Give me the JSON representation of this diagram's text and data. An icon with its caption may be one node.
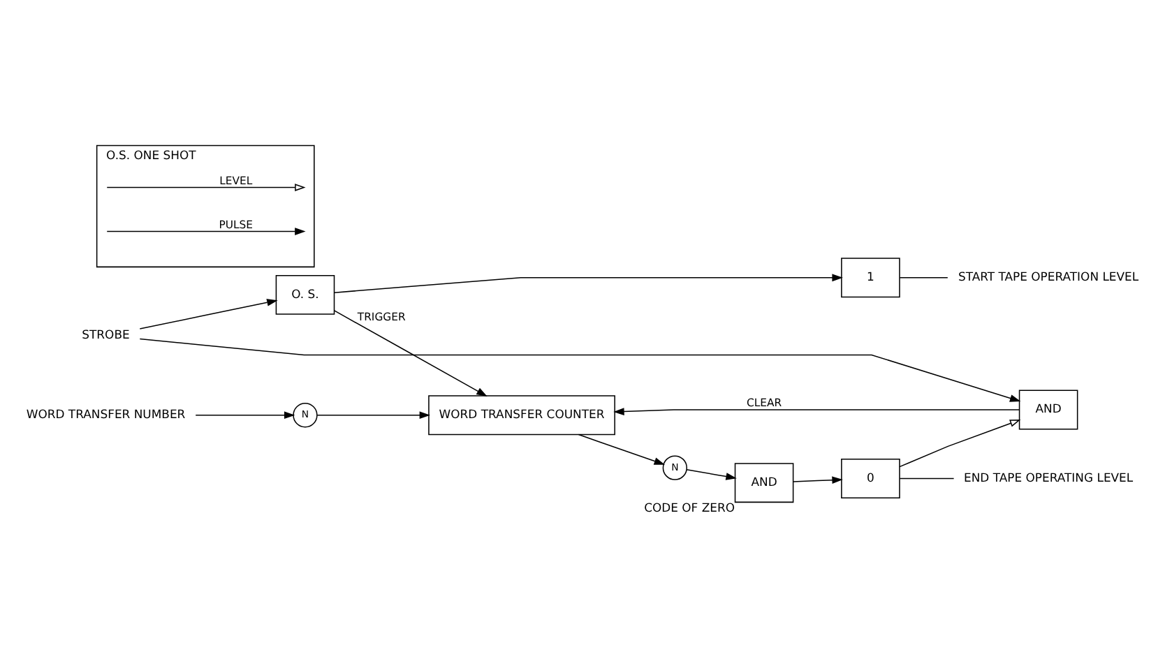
{
  "diagram": {
    "nodes": [
      {
        "text": [
          "STROBE"
        ]
      },
      {
        "text": [
          "O. S."
        ]
      },
      {
        "text": [
          "AND"
        ]
      },
      {
        "text": [
          "WORD TRANSFER NUMBER"
        ]
      },
      {
        "text": [
          "N"
        ]
      },
      {
        "text": [
          "WORD TRANSFER COUNTER"
        ]
      },
      {
        "text": [
          "1"
        ]
      },
      {
        "text": [
          "0"
        ]
      },
      {
        "text": [
          "N"
        ]
      },
      {
        "text": [
          "AND"
        ],
        "beside": [
          "CODE OF ZERO"
        ]
      },
      {
        "text": [
          "START TAPE OPERATION LEVEL"
        ]
      },
      {
        "text": [
          "END TAPE OPERATING LEVEL"
        ]
      },
      {
        "text": [
          "O.S. ONE SHOT"
        ]
      }
    ],
    "edges": [
      {
        "from": 0,
        "to": 1,
        "arrow": "to"
      },
      {
        "from": 0,
        "to": 2,
        "arrow": "to"
      },
      {
        "from": 1,
        "to": 5,
        "arrow": "to",
        "label": "TRIGGER"
      },
      {
        "from": 1,
        "to": 6,
        "arrow": "to"
      },
      {
        "from": 2,
        "to": 5,
        "arrow": "to",
        "label": "CLEAR"
      },
      {
        "from": 3,
        "to": 4,
        "arrow": "to"
      },
      {
        "from": 4,
        "to": 5,
        "arrow": "to"
      },
      {
        "from": 5,
        "to": 8,
        "arrow": "to"
      },
      {
        "from": 8,
        "to": 9,
        "arrow": "to"
      },
      {
        "from": 9,
        "to": 7,
        "arrow": "to"
      },
      {
        "from": 6,
        "to": 10,
        "arrow": "none"
      },
      {
        "from": 7,
        "to": 11,
        "arrow": "none"
      },
      {
        "from": 7,
        "to": 2,
        "arrow": "to"
      }
    ],
    "legend": [
      {
        "text": "LEVEL"
      },
      {
        "text": "PULSE"
      }
    ]
  }
}
